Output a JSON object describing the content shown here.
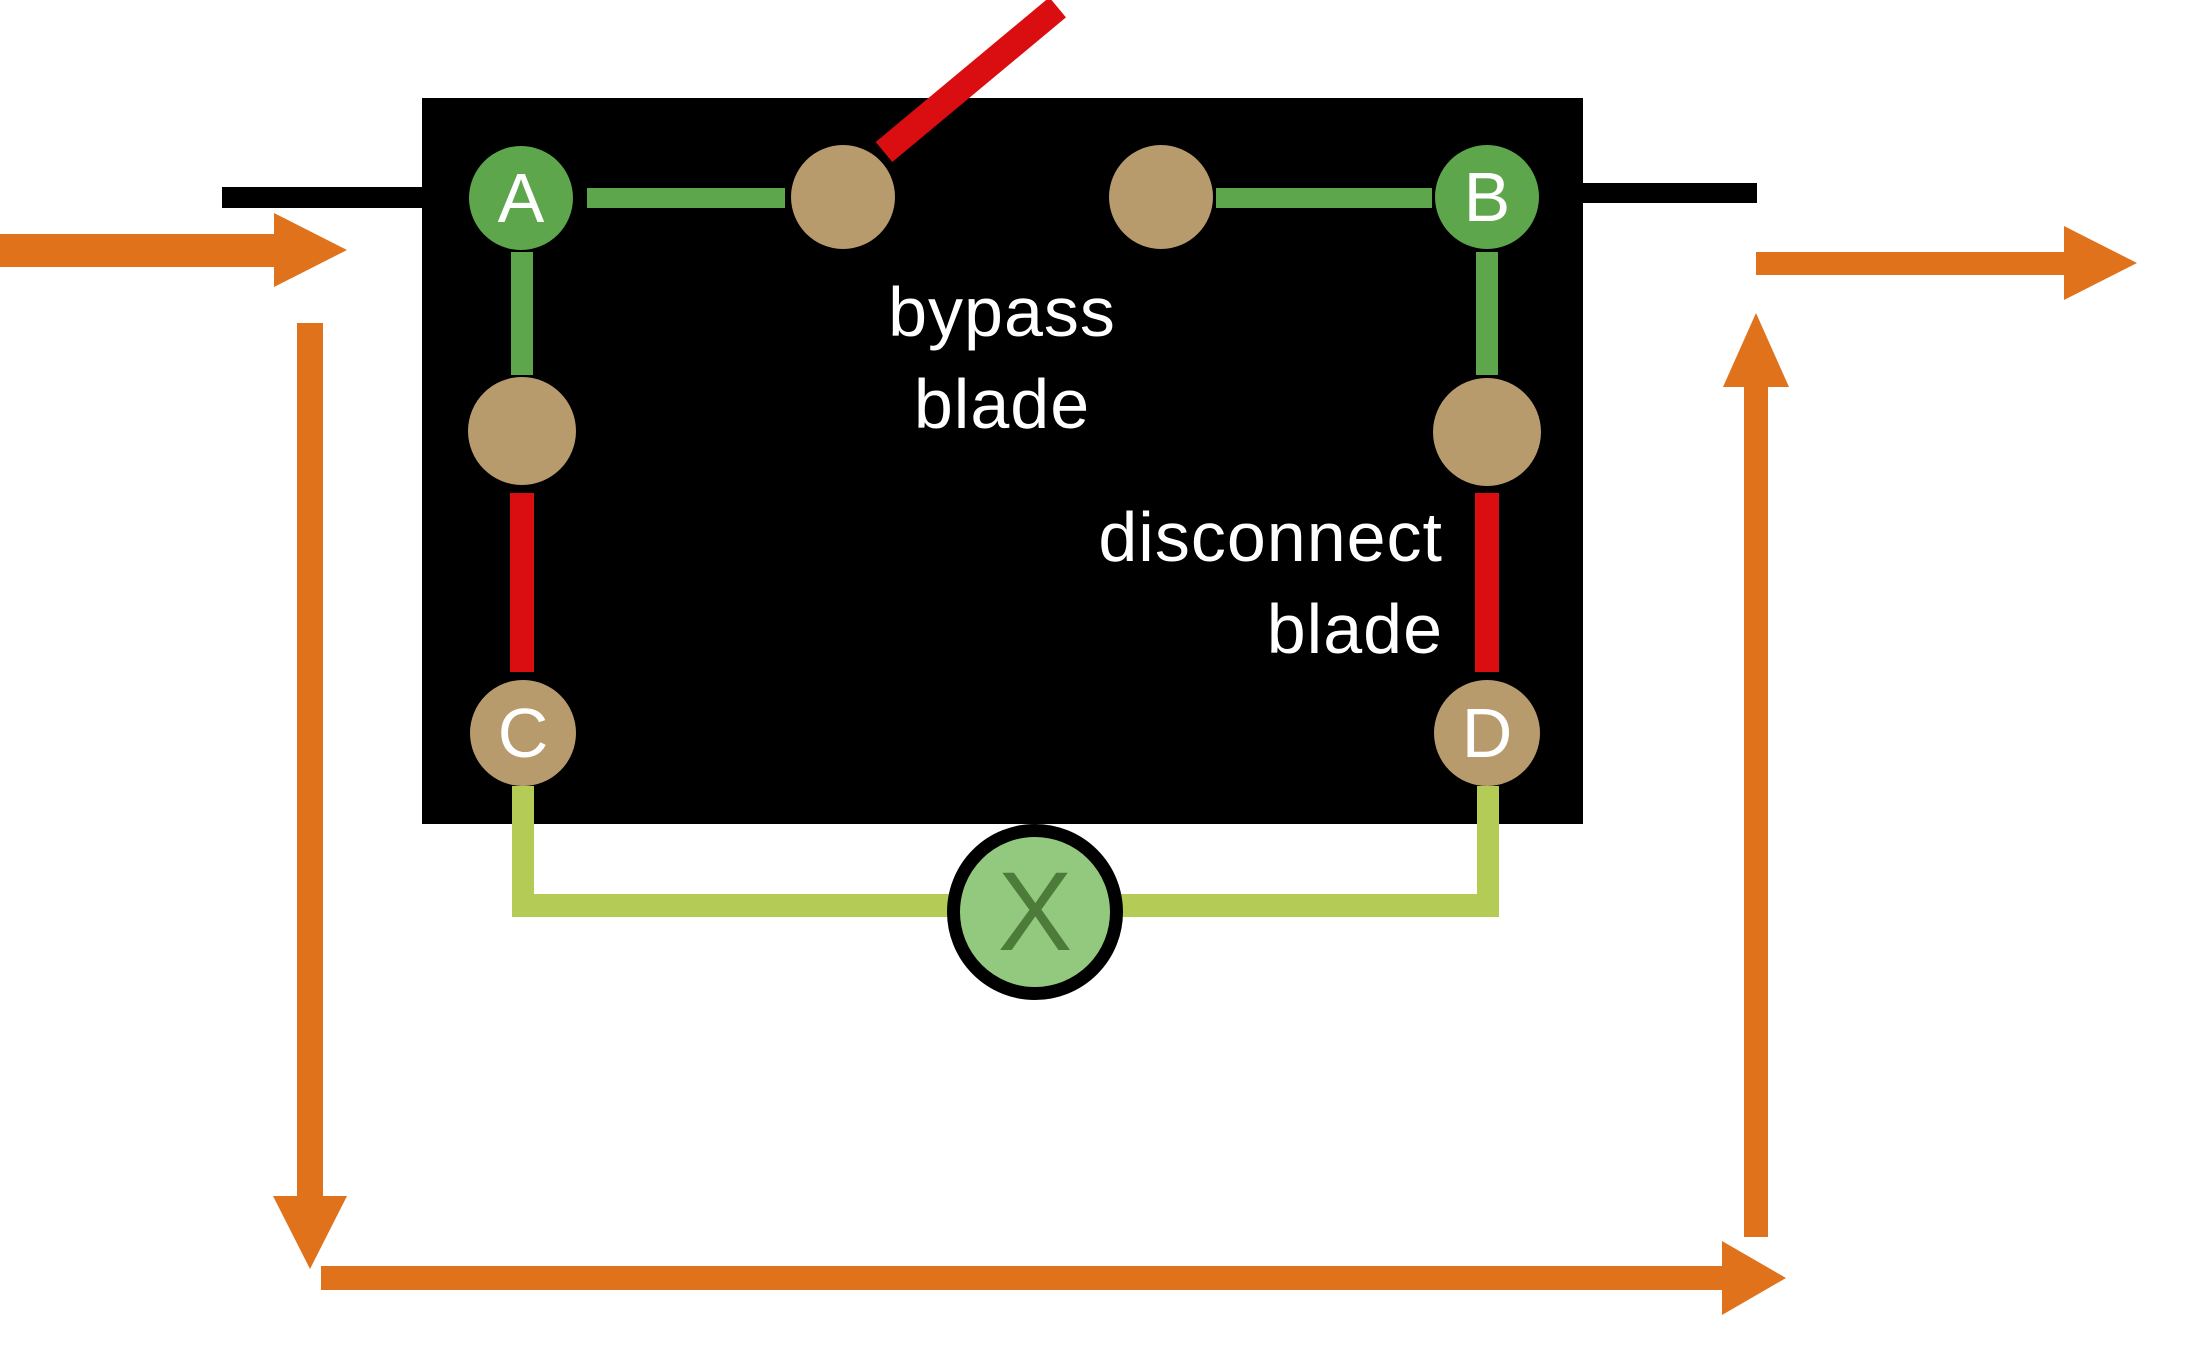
{
  "switch_box": {
    "terminals": {
      "a": "A",
      "b": "B",
      "c": "C",
      "d": "D"
    },
    "labels": {
      "bypass": [
        "bypass",
        "blade"
      ],
      "disconnect": [
        "disconnect",
        "blade"
      ]
    }
  },
  "meter": {
    "label": "X"
  },
  "colors": {
    "black": "#000000",
    "white": "#ffffff",
    "green": "#5ea64b",
    "tan": "#b79b6d",
    "red": "#da0e10",
    "light_green": "#b4cc55",
    "orange": "#e0721c",
    "meter_fill": "#93c97e",
    "meter_x": "#4d7b39"
  }
}
